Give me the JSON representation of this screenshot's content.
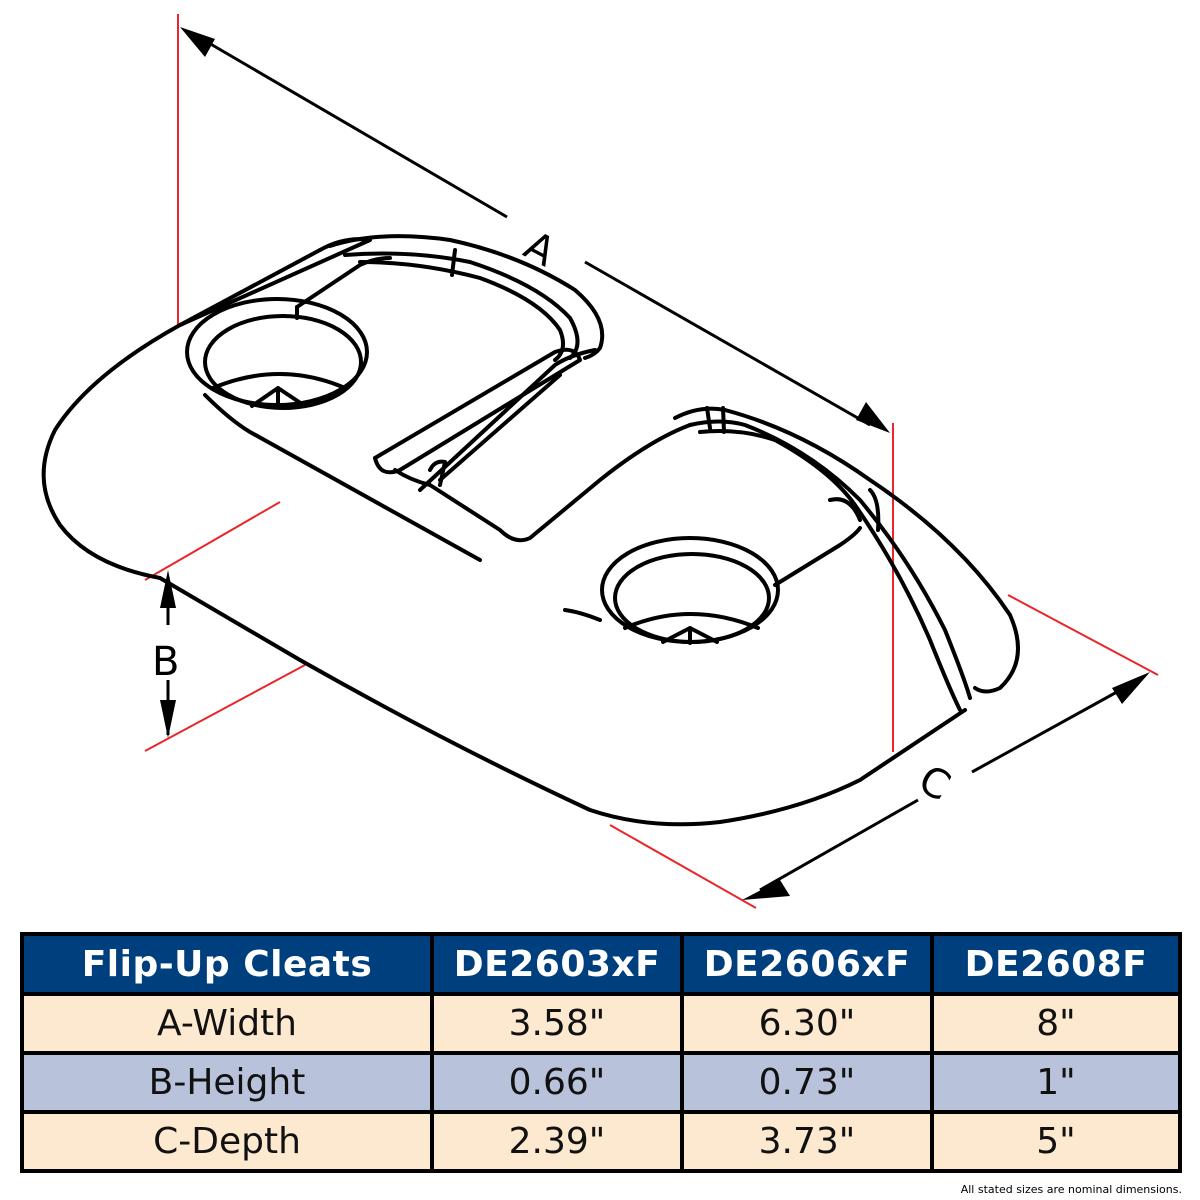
{
  "diagram": {
    "title": "Flip-Up Cleat isometric dimension drawing",
    "labels": {
      "a": "A",
      "b": "B",
      "c": "C"
    },
    "colors": {
      "outline": "#000000",
      "extension_lines": "#e8262b"
    }
  },
  "table": {
    "colors": {
      "header_bg": "#003f7d",
      "header_text": "#ffffff",
      "row_peach": "#fde8d0",
      "row_blue": "#b8c2da",
      "border": "#000000"
    },
    "headers": [
      "Flip-Up Cleats",
      "DE2603xF",
      "DE2606xF",
      "DE2608F"
    ],
    "rows": [
      {
        "label": "A-Width",
        "values": [
          "3.58\"",
          "6.30\"",
          "8\""
        ]
      },
      {
        "label": "B-Height",
        "values": [
          "0.66\"",
          "0.73\"",
          "1\""
        ]
      },
      {
        "label": "C-Depth",
        "values": [
          "2.39\"",
          "3.73\"",
          "5\""
        ]
      }
    ]
  },
  "footnote": "All stated sizes are nominal dimensions."
}
